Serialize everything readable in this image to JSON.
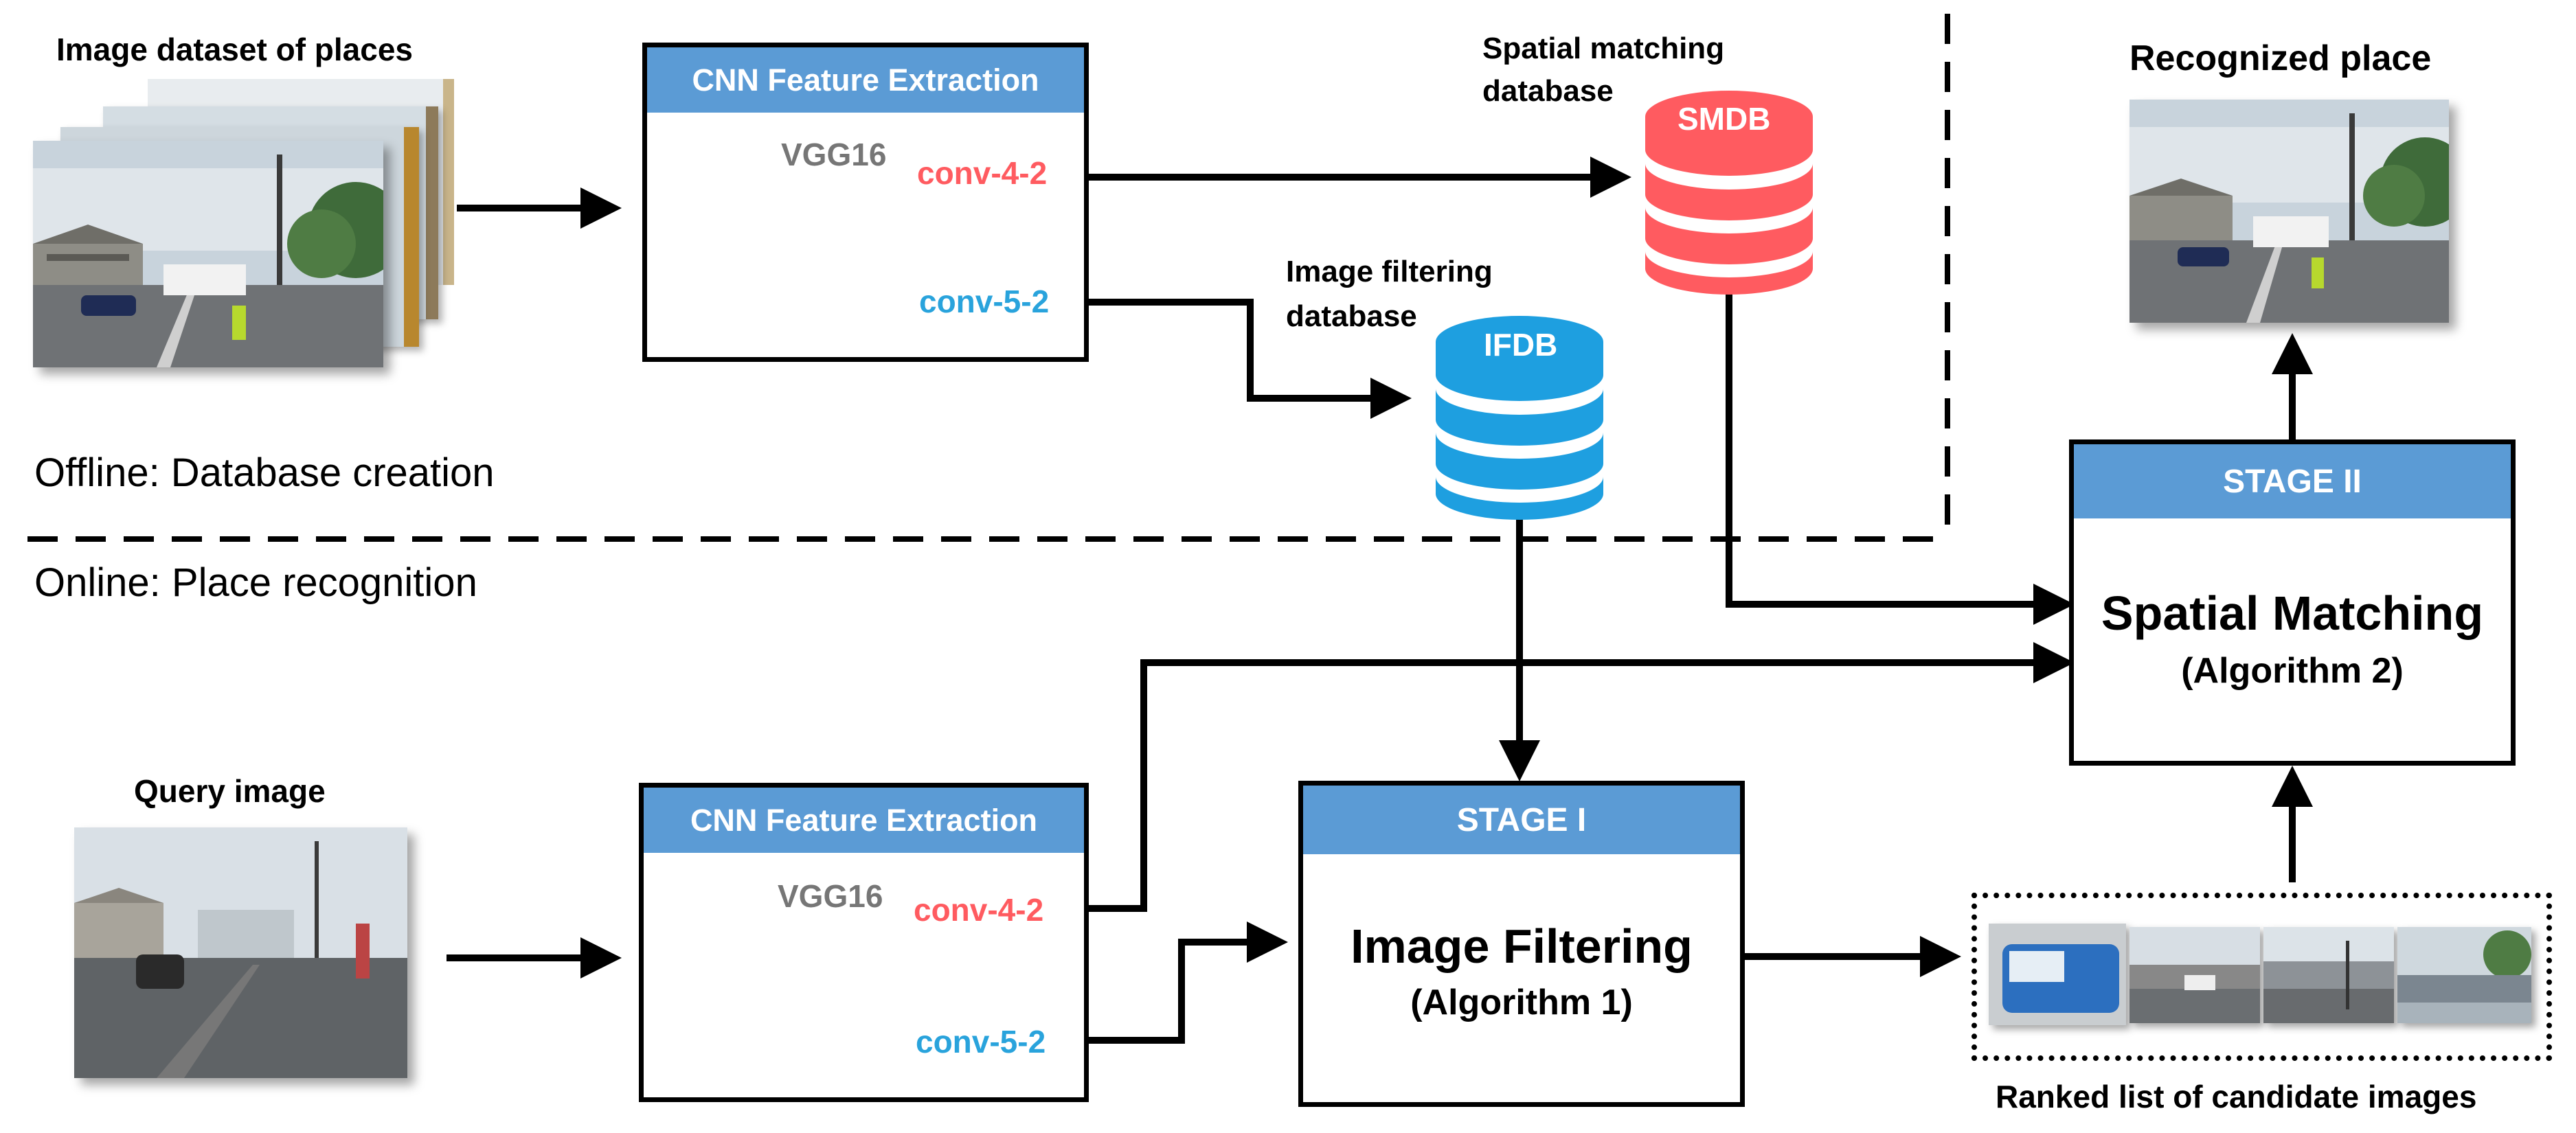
{
  "offline": {
    "dataset_title": "Image dataset of places",
    "section_label": "Offline: Database creation",
    "cnn": {
      "header": "CNN Feature Extraction",
      "model": "VGG16",
      "conv4": "conv-4-2",
      "conv5": "conv-5-2"
    },
    "smdb": {
      "caption": "Spatial matching\ndatabase",
      "name": "SMDB"
    },
    "ifdb": {
      "caption": "Image filtering\ndatabase",
      "name": "IFDB"
    }
  },
  "online": {
    "section_label": "Online: Place recognition",
    "query_title": "Query image",
    "cnn": {
      "header": "CNN Feature Extraction",
      "model": "VGG16",
      "conv4": "conv-4-2",
      "conv5": "conv-5-2"
    },
    "stage1": {
      "header": "STAGE I",
      "title": "Image Filtering",
      "subtitle": "(Algorithm 1)"
    },
    "stage2": {
      "header": "STAGE II",
      "title": "Spatial Matching",
      "subtitle": "(Algorithm 2)"
    },
    "candidates_title": "Ranked list of candidate images",
    "recognized_title": "Recognized place"
  },
  "colors": {
    "header_blue": "#5b9bd5",
    "conv4_red": "#ff5b60",
    "conv5_blue": "#29a3dc",
    "smdb_red": "#ff5b60",
    "ifdb_blue": "#1e9fe0"
  }
}
